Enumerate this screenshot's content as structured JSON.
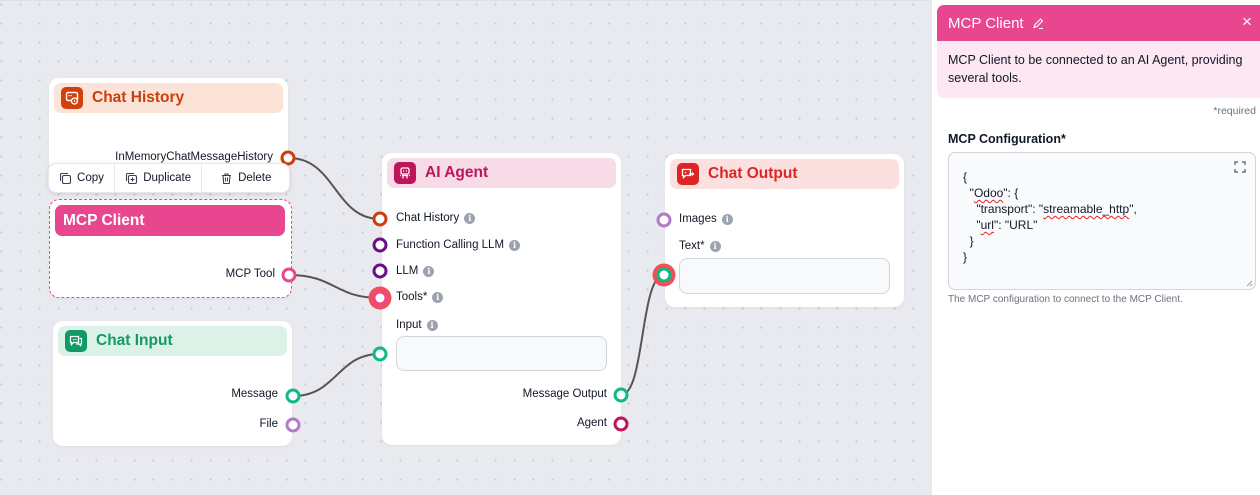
{
  "canvas": {
    "nodes": {
      "chat_history": {
        "title": "Chat History",
        "icon": "chat-history-icon",
        "header_bg": "#fbe3d8",
        "title_color": "#cc3d0a",
        "icon_bg": "#d0400c",
        "outputs": [
          {
            "label": "InMemoryChatMessageHistory",
            "color": "#cc3d0a"
          }
        ]
      },
      "mcp_client": {
        "title": "MCP Client",
        "header_bg": "#e8478f",
        "title_color": "#ffffff",
        "outputs": [
          {
            "label": "MCP Tool",
            "color": "#e8478f"
          }
        ]
      },
      "chat_input": {
        "title": "Chat Input",
        "icon": "chat-input-icon",
        "header_bg": "#dcf1e8",
        "title_color": "#119a67",
        "icon_bg": "#119a67",
        "outputs": [
          {
            "label": "Message",
            "color": "#10b981"
          },
          {
            "label": "File",
            "color": "#b07cc6"
          }
        ]
      },
      "ai_agent": {
        "title": "AI Agent",
        "icon": "robot-icon",
        "header_bg": "#f7dbe7",
        "title_color": "#c0145a",
        "icon_bg": "#c0145a",
        "inputs": [
          {
            "label": "Chat History",
            "color": "#cc3d0a",
            "info": true
          },
          {
            "label": "Function Calling LLM",
            "color": "#6b0f87",
            "info": true
          },
          {
            "label": "LLM",
            "color": "#6b0f87",
            "info": true
          },
          {
            "label": "Tools*",
            "color": "#e8478f",
            "info": true
          }
        ],
        "field": {
          "label": "Input",
          "value": ""
        },
        "outputs": [
          {
            "label": "Message Output",
            "color": "#10b981"
          },
          {
            "label": "Agent",
            "color": "#c0145a"
          }
        ]
      },
      "chat_output": {
        "title": "Chat Output",
        "icon": "chat-output-icon",
        "header_bg": "#fce0e0",
        "title_color": "#dc2626",
        "icon_bg": "#dc2626",
        "inputs": [
          {
            "label": "Images",
            "color": "#b07cc6",
            "info": true
          }
        ],
        "field": {
          "label": "Text*",
          "value": ""
        }
      }
    },
    "toolbar": {
      "copy": "Copy",
      "duplicate": "Duplicate",
      "delete": "Delete"
    },
    "info_glyph": "i"
  },
  "panel": {
    "title": "MCP Client",
    "close_glyph": "×",
    "description": "MCP Client to be connected to an AI Agent, providing several tools.",
    "required_note": "*required",
    "config": {
      "label": "MCP Configuration*",
      "lines": [
        "{",
        "  \"Odoo\": {",
        "    \"transport\": \"streamable_http\",",
        "    \"url\": \"URL\"",
        "  }",
        "}"
      ],
      "hint": "The MCP configuration to connect to the MCP Client."
    }
  }
}
